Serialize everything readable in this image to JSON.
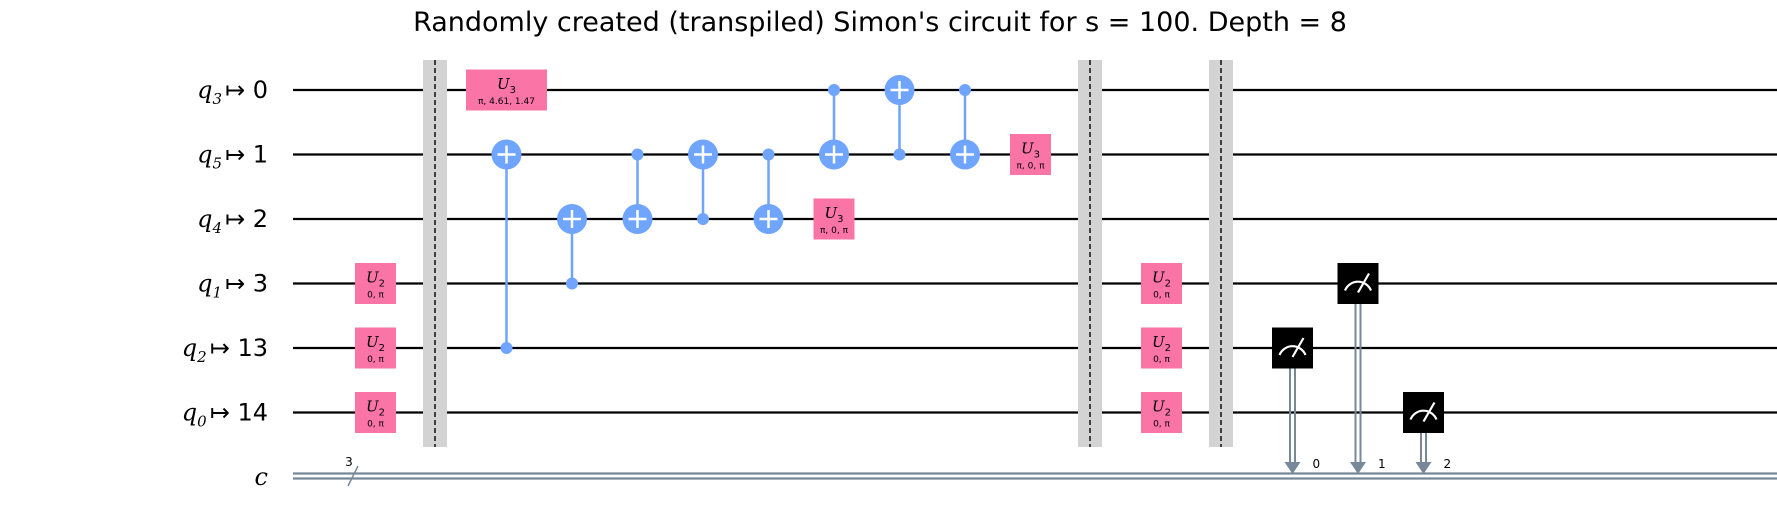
{
  "title": "Randomly created (transpiled) Simon's circuit for s = 100. Depth = 8",
  "colors": {
    "gate_u": "#fa74a6",
    "cx": "#6fa4ff",
    "barrier": "#d3d3d3",
    "classical_wire": "#778899",
    "measure": "#000000",
    "wire": "#000000"
  },
  "qubits": [
    {
      "name": "q",
      "sub": "3",
      "arrow": "↦",
      "index": "0"
    },
    {
      "name": "q",
      "sub": "5",
      "arrow": "↦",
      "index": "1"
    },
    {
      "name": "q",
      "sub": "4",
      "arrow": "↦",
      "index": "2"
    },
    {
      "name": "q",
      "sub": "1",
      "arrow": "↦",
      "index": "3"
    },
    {
      "name": "q",
      "sub": "2",
      "arrow": "↦",
      "index": "13"
    },
    {
      "name": "q",
      "sub": "0",
      "arrow": "↦",
      "index": "14"
    }
  ],
  "classical": {
    "name": "c",
    "size": "3"
  },
  "gates": [
    {
      "type": "u2",
      "name": "U",
      "sub": "2",
      "params": "0, π",
      "qubit": 3,
      "col": 1
    },
    {
      "type": "u2",
      "name": "U",
      "sub": "2",
      "params": "0, π",
      "qubit": 4,
      "col": 1
    },
    {
      "type": "u2",
      "name": "U",
      "sub": "2",
      "params": "0, π",
      "qubit": 5,
      "col": 1
    },
    {
      "type": "barrier",
      "col": 2
    },
    {
      "type": "u3",
      "name": "U",
      "sub": "3",
      "params": "π, 4.61, 1.47",
      "qubit": 0,
      "col": 3
    },
    {
      "type": "cx",
      "control": 4,
      "target": 1,
      "col": 3
    },
    {
      "type": "cx",
      "control": 3,
      "target": 2,
      "col": 4
    },
    {
      "type": "cx",
      "control": 1,
      "target": 2,
      "col": 5
    },
    {
      "type": "cx",
      "control": 2,
      "target": 1,
      "col": 6
    },
    {
      "type": "cx",
      "control": 1,
      "target": 2,
      "col": 7
    },
    {
      "type": "cx",
      "control": 0,
      "target": 1,
      "col": 8
    },
    {
      "type": "u3",
      "name": "U",
      "sub": "3",
      "params": "π, 0, π",
      "qubit": 2,
      "col": 8
    },
    {
      "type": "cx",
      "control": 1,
      "target": 0,
      "col": 9
    },
    {
      "type": "cx",
      "control": 0,
      "target": 1,
      "col": 10
    },
    {
      "type": "u3",
      "name": "U",
      "sub": "3",
      "params": "π, 0, π",
      "qubit": 1,
      "col": 11
    },
    {
      "type": "barrier",
      "col": 12
    },
    {
      "type": "u2",
      "name": "U",
      "sub": "2",
      "params": "0, π",
      "qubit": 3,
      "col": 13
    },
    {
      "type": "u2",
      "name": "U",
      "sub": "2",
      "params": "0, π",
      "qubit": 4,
      "col": 13
    },
    {
      "type": "u2",
      "name": "U",
      "sub": "2",
      "params": "0, π",
      "qubit": 5,
      "col": 13
    },
    {
      "type": "barrier",
      "col": 14
    },
    {
      "type": "measure",
      "qubit": 4,
      "clbit": "0",
      "col": 15
    },
    {
      "type": "measure",
      "qubit": 3,
      "clbit": "1",
      "col": 16
    },
    {
      "type": "measure",
      "qubit": 5,
      "clbit": "2",
      "col": 17
    }
  ]
}
